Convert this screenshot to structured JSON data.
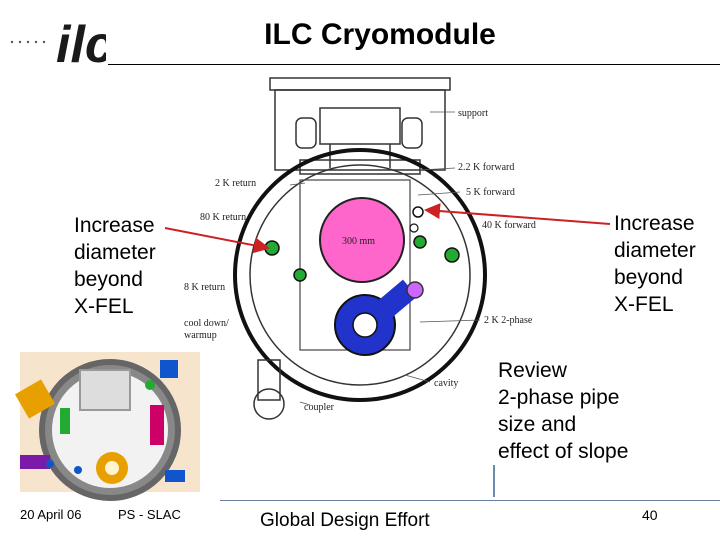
{
  "slide": {
    "title": "ILC Cryomodule",
    "logo_text": "ilc"
  },
  "callouts": {
    "left": [
      "Increase",
      "diameter",
      "beyond",
      "X-FEL"
    ],
    "right": [
      "Increase",
      "diameter",
      "beyond",
      "X-FEL"
    ],
    "review": [
      "Review",
      "2-phase pipe",
      "size and",
      "effect of slope"
    ]
  },
  "diagram_labels": {
    "support": "support",
    "k22_forward": "2.2 K forward",
    "k5_forward": "5 K forward",
    "k2_return": "2 K return",
    "k80_return": "80 K return",
    "k40_forward": "40 K forward",
    "mm300": "300 mm",
    "k8_return": "8 K return",
    "cool_down": "cool down/",
    "warmup": "warmup",
    "k2_2phase": "2 K 2-phase",
    "cavity": "cavity",
    "coupler": "coupler"
  },
  "colors": {
    "magenta_pipe": "#ff66cc",
    "blue_pipe": "#2233cc",
    "green_pipe": "#22aa33",
    "arrow": "#cc2222",
    "footer_rule": "#6a7fa0"
  },
  "footer": {
    "date": "20 April 06",
    "author": "PS - SLAC",
    "center": "Global Design Effort",
    "page": "40"
  }
}
